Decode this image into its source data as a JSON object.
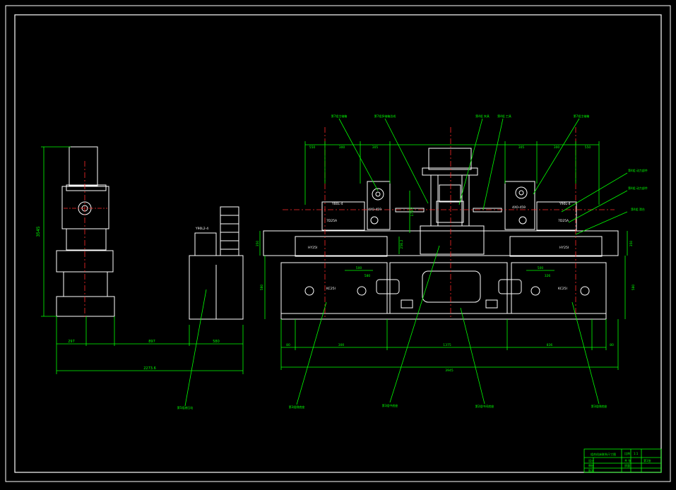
{
  "colors": {
    "background": "#000000",
    "outline": "#ffffff",
    "dimension": "#00ff00",
    "leader": "#00ff00",
    "axis": "#ff2a2a"
  },
  "dimensions": {
    "left_height": "3545",
    "left_w1": "297",
    "left_w2": "897",
    "left_w3": "580",
    "left_total": "2273.6",
    "right_top1": "550",
    "right_top2": "300",
    "right_top3": "305",
    "right_top4": "305",
    "right_top5": "300",
    "right_top6": "550",
    "right_low1": "80",
    "right_low2": "300",
    "right_low3": "1375",
    "right_low4": "836",
    "right_low5": "80",
    "right_total": "3945",
    "right_h1": "350",
    "right_h2": "580",
    "right_h3": "350",
    "right_h4": "580",
    "center_h": "256.2",
    "center_h2": "178.2",
    "slide_w1": "500",
    "slide_w2": "580",
    "slide_w3": "500",
    "slide_w4": "326"
  },
  "labels": {
    "motor_left": "Y80L-4",
    "motor_right": "Y90L-4",
    "gear_left": "4X0-459",
    "gear_right": "4X0-459",
    "slide_left": "HY25I",
    "slide_right": "HY25I",
    "base_left": "KC25I",
    "base_right": "KC25I",
    "power_left": "7D25A",
    "power_right": "7D25A",
    "pump": "Y90L2-4"
  },
  "callouts": {
    "c1": "第7组主轴箱",
    "c2": "第7组多轴箱总成",
    "c3": "第4组 夹具",
    "c4": "第4组 工具",
    "c5": "第7组主轴箱",
    "c6": "第4组 动力部件",
    "c7": "第4组 动力部件",
    "c8": "第4组 滑台",
    "c9": "第5组液压站",
    "c10": "第3组侧底座",
    "c11": "第3组中底座",
    "c12": "第2组中间底座",
    "c13": "第3组侧底座"
  },
  "title_block": {
    "title": "组合机床联系尺寸图",
    "r1c1": "设计",
    "r1c2": "",
    "r2c1": "审核",
    "r3c1": "批准",
    "scale_label": "比例",
    "scale_val": "1:1",
    "sheet_label": "共 张",
    "sheet_val": "第1张",
    "mat_label": "质量"
  }
}
